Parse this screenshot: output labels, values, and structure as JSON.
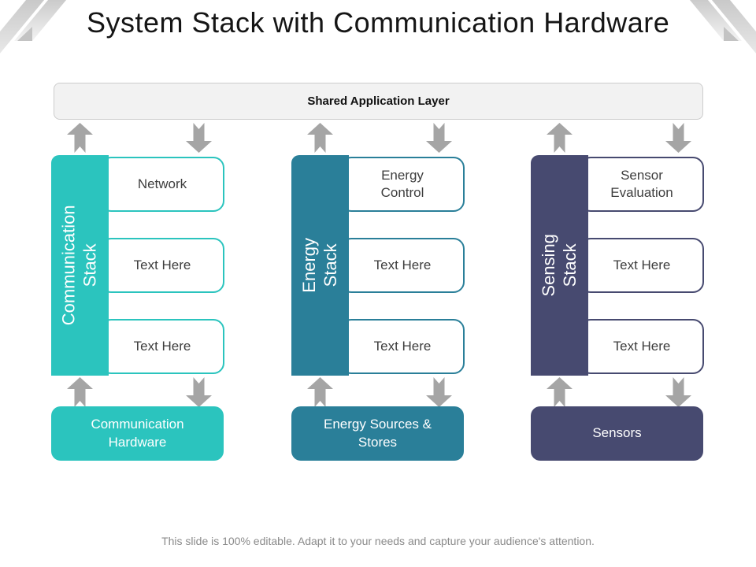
{
  "slide": {
    "title": "System Stack with Communication Hardware",
    "shared_layer_label": "Shared Application Layer",
    "footer_note": "This slide is 100% editable. Adapt it to your needs and capture your audience's attention."
  },
  "colors": {
    "communication_teal": "#2BC4BE",
    "energy_teal": "#2A7F99",
    "sensing_navy": "#474A70",
    "arrow_gray": "#A5A5A5",
    "shared_layer_bg": "#F2F2F2",
    "shared_layer_border": "#CCCCCC",
    "corner_decoration_gray": "#C6C6C6"
  },
  "icons": {
    "up_arrow": "block-arrow-up",
    "down_arrow": "block-arrow-down"
  },
  "stacks": [
    {
      "name": "Communication Stack",
      "label_lines": [
        "Communication",
        "Stack"
      ],
      "boxes": [
        "Network",
        "Text Here",
        "Text Here"
      ],
      "bottom_box": "Communication Hardware"
    },
    {
      "name": "Energy Stack",
      "label_lines": [
        "Energy",
        "Stack"
      ],
      "boxes": [
        "Energy Control",
        "Text Here",
        "Text Here"
      ],
      "bottom_box": "Energy Sources & Stores"
    },
    {
      "name": "Sensing Stack",
      "label_lines": [
        "Sensing",
        "Stack"
      ],
      "boxes": [
        "Sensor Evaluation",
        "Text Here",
        "Text Here"
      ],
      "bottom_box": "Sensors"
    }
  ]
}
